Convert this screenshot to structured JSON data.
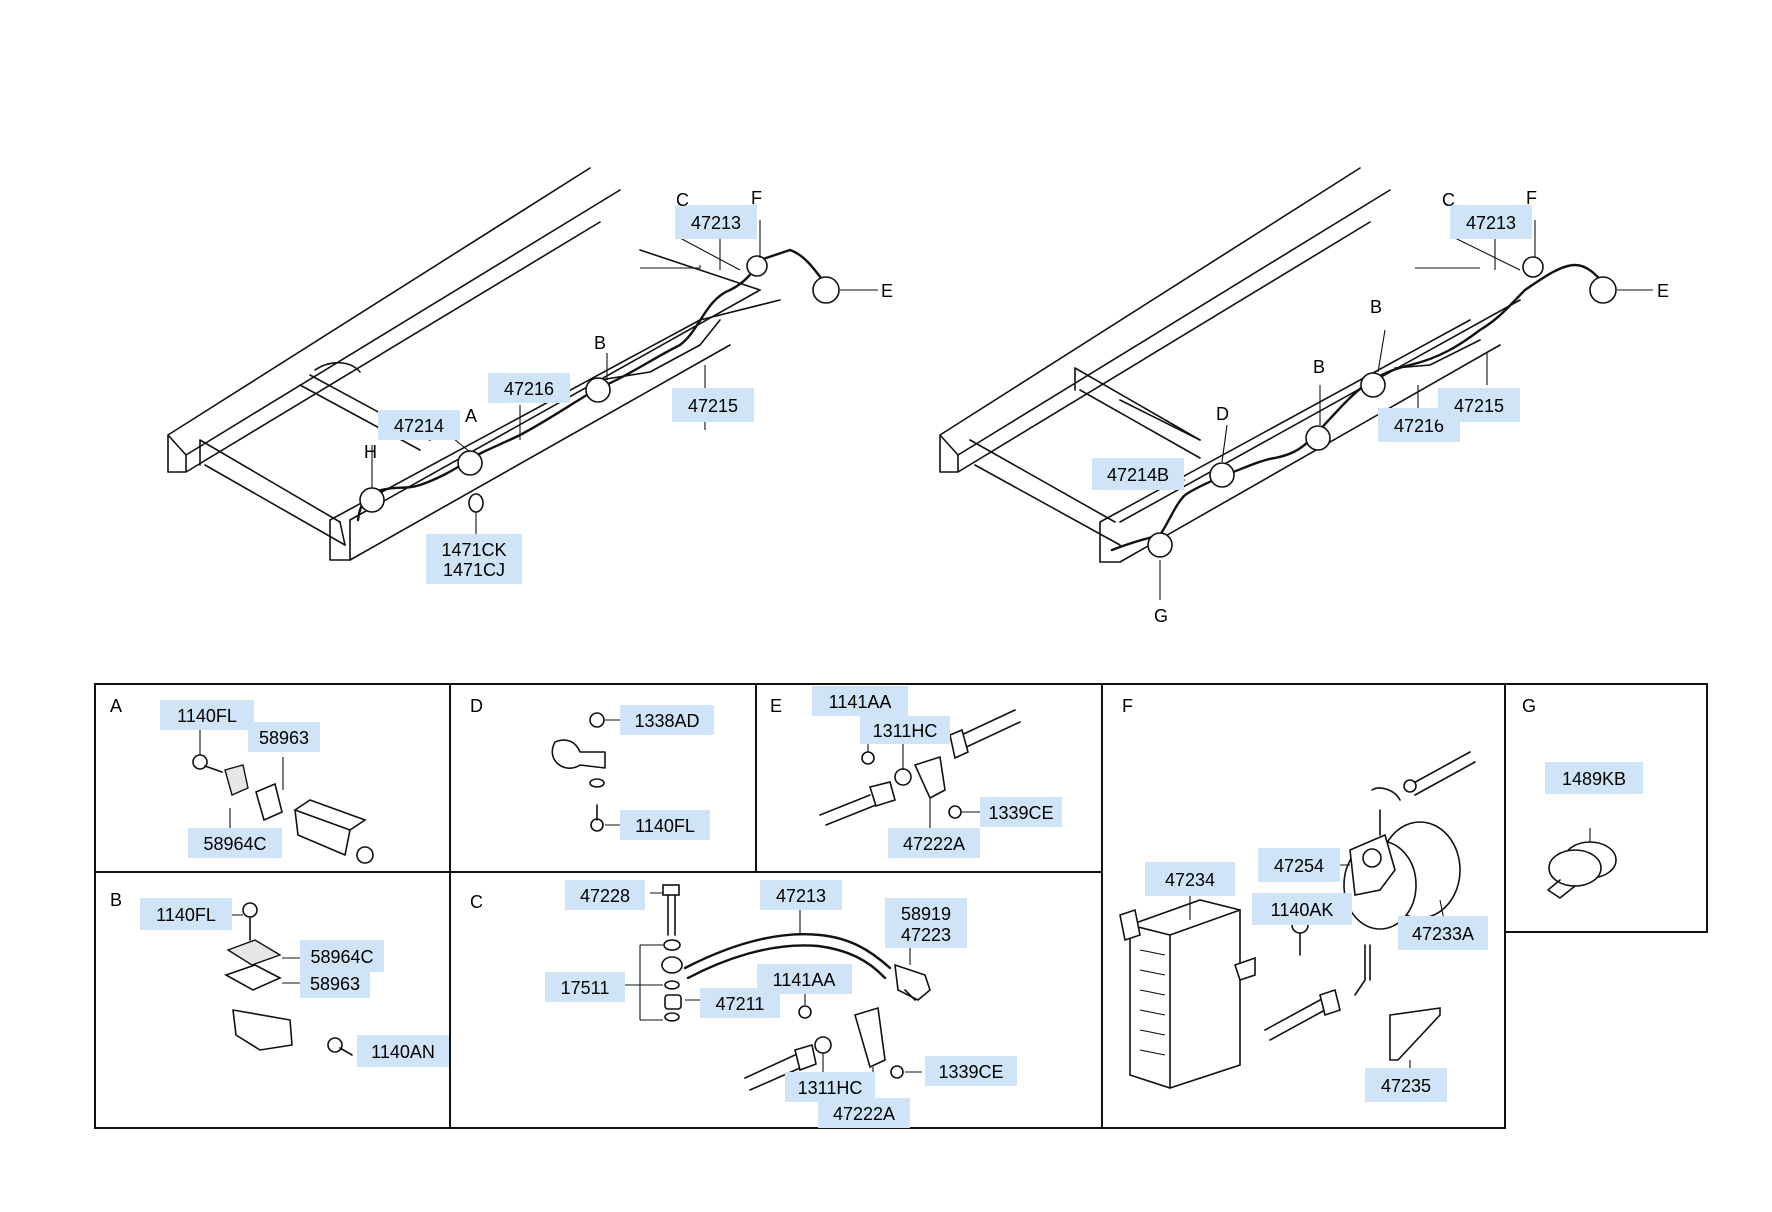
{
  "labels": {
    "l47213a": "47213",
    "l47216a": "47216",
    "l47214": "47214",
    "l47215a": "47215",
    "l1471ck": "1471CK",
    "l1471cj": "1471CJ",
    "l47213b": "47213",
    "l47214b": "47214B",
    "l47216b": "47216",
    "l47215b": "47215",
    "pa_1140fl": "1140FL",
    "pa_58963": "58963",
    "pa_58964c": "58964C",
    "pd_1338ad": "1338AD",
    "pd_1140fl": "1140FL",
    "pe_1141aa": "1141AA",
    "pe_1311hc": "1311HC",
    "pe_1339ce": "1339CE",
    "pe_47222a": "47222A",
    "pf_47234": "47234",
    "pf_47254": "47254",
    "pf_1140ak": "1140AK",
    "pf_47233a": "47233A",
    "pf_47235": "47235",
    "pg_1489kb": "1489KB",
    "pb_1140fl": "1140FL",
    "pb_58964c": "58964C",
    "pb_58963": "58963",
    "pb_1140an": "1140AN",
    "pc_47228": "47228",
    "pc_47213": "47213",
    "pc_58919": "58919",
    "pc_47223": "47223",
    "pc_17511": "17511",
    "pc_47211": "47211",
    "pc_1141aa": "1141AA",
    "pc_1311hc": "1311HC",
    "pc_47222a": "47222A",
    "pc_1339ce": "1339CE"
  },
  "letters": {
    "c1": "C",
    "f1": "F",
    "e1": "E",
    "b1": "B",
    "a1": "A",
    "h1": "H",
    "c2": "C",
    "f2": "F",
    "e2": "E",
    "b2a": "B",
    "b2b": "B",
    "d2": "D",
    "g2": "G",
    "panelA": "A",
    "panelB": "B",
    "panelC": "C",
    "panelD": "D",
    "panelE": "E",
    "panelF": "F",
    "panelG": "G"
  },
  "colors": {
    "label_highlight": "#cfe4f6",
    "line": "#111111"
  }
}
